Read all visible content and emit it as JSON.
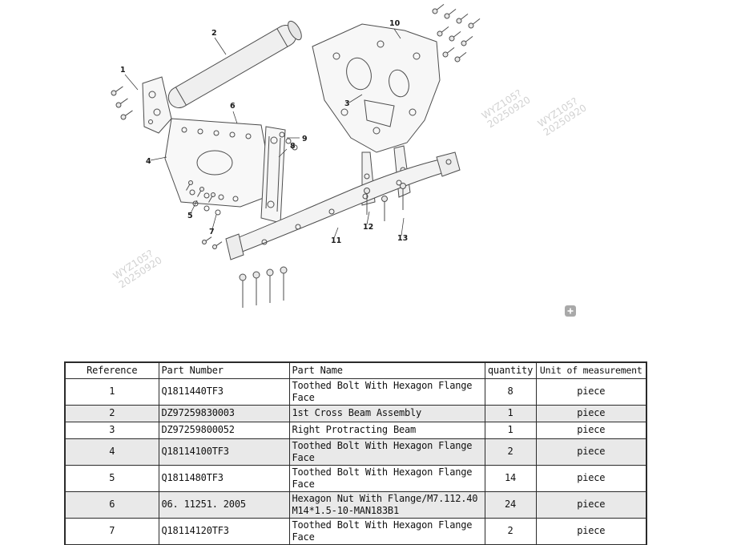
{
  "diagram": {
    "callouts": [
      "1",
      "2",
      "3",
      "4",
      "5",
      "6",
      "7",
      "8",
      "9",
      "10",
      "11",
      "12",
      "13"
    ],
    "watermarks": [
      {
        "line1": "WYZ105?",
        "line2": "20250920"
      },
      {
        "line1": "WYZ105?",
        "line2": "20250920"
      },
      {
        "line1": "WYZ105?",
        "line2": "20250920"
      }
    ],
    "expand_icon": "plus"
  },
  "colors": {
    "row_stripe": "#e9e9e9",
    "table_border": "#2b2b2b",
    "watermark": "#d2d2d2"
  },
  "table": {
    "headers": {
      "reference": "Reference",
      "part_number": "Part Number",
      "part_name": "Part Name",
      "quantity": "quantity",
      "unit": "Unit of measurement"
    },
    "rows": [
      {
        "reference": "1",
        "part_number": "Q1811440TF3",
        "part_name": "Toothed Bolt With Hexagon Flange Face",
        "quantity": "8",
        "unit": "piece"
      },
      {
        "reference": "2",
        "part_number": "DZ97259830003",
        "part_name": "1st Cross Beam Assembly",
        "quantity": "1",
        "unit": "piece"
      },
      {
        "reference": "3",
        "part_number": "DZ97259800052",
        "part_name": "Right Protracting Beam",
        "quantity": "1",
        "unit": "piece"
      },
      {
        "reference": "4",
        "part_number": "Q18114100TF3",
        "part_name": "Toothed Bolt With Hexagon Flange Face",
        "quantity": "2",
        "unit": "piece"
      },
      {
        "reference": "5",
        "part_number": "Q1811480TF3",
        "part_name": "Toothed Bolt With Hexagon Flange Face",
        "quantity": "14",
        "unit": "piece"
      },
      {
        "reference": "6",
        "part_number": "06. 11251. 2005",
        "part_name": "Hexagon Nut With Flange/M7.112.40 M14*1.5-10-MAN183B1",
        "quantity": "24",
        "unit": "piece"
      },
      {
        "reference": "7",
        "part_number": "Q18114120TF3",
        "part_name": "Toothed Bolt With Hexagon Flange Face",
        "quantity": "2",
        "unit": "piece"
      }
    ]
  }
}
